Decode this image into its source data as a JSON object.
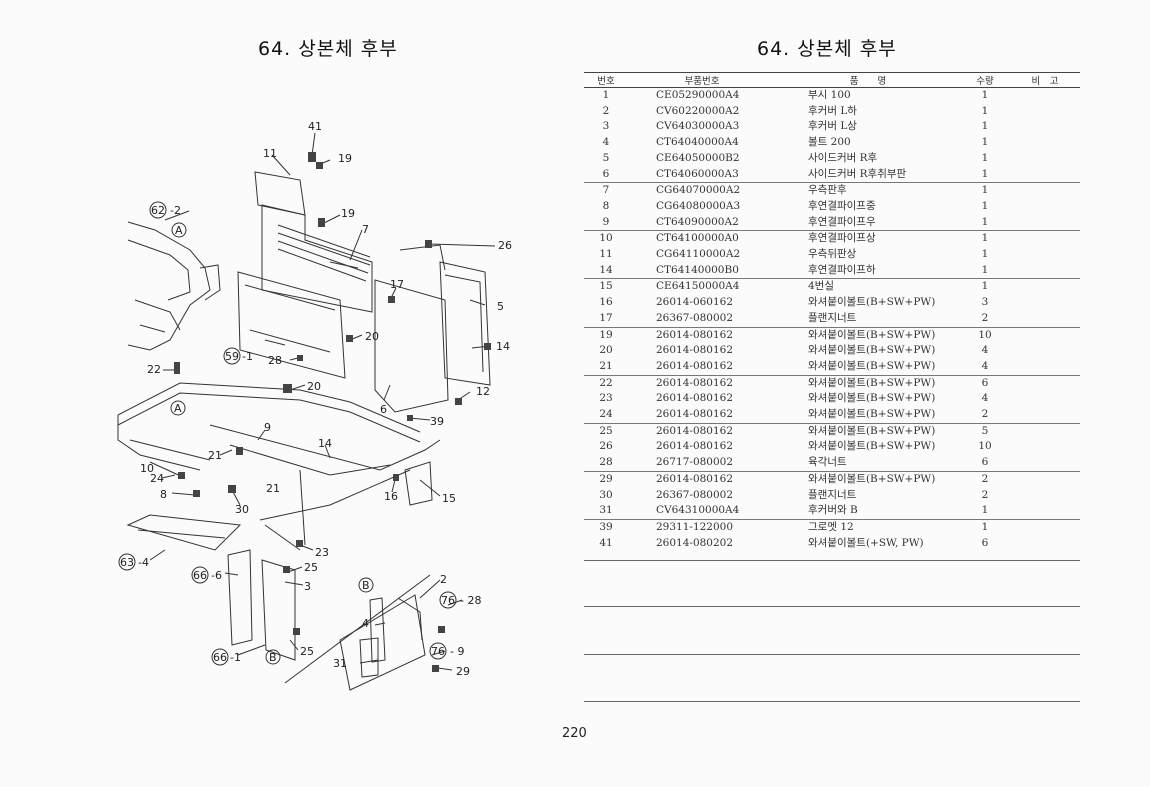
{
  "title": "64. 상본체 후부",
  "table": {
    "headers": {
      "no": "번호",
      "part_no": "부품번호",
      "name": "품　　명",
      "qty": "수량",
      "remarks": "비　고"
    },
    "rows": [
      {
        "no": "1",
        "part_no": "CE05290000A4",
        "name": "부시 100",
        "qty": "1"
      },
      {
        "no": "2",
        "part_no": "CV60220000A2",
        "name": "후커버 L하",
        "qty": "1"
      },
      {
        "no": "3",
        "part_no": "CV64030000A3",
        "name": "후커버 L상",
        "qty": "1"
      },
      {
        "no": "4",
        "part_no": "CT64040000A4",
        "name": "볼트 200",
        "qty": "1"
      },
      {
        "no": "5",
        "part_no": "CE64050000B2",
        "name": "사이드커버 R후",
        "qty": "1"
      },
      {
        "no": "6",
        "part_no": "CT64060000A3",
        "name": "사이드커버 R후취부판",
        "qty": "1"
      },
      {
        "no": "7",
        "part_no": "CG64070000A2",
        "name": "우측판후",
        "qty": "1"
      },
      {
        "no": "8",
        "part_no": "CG64080000A3",
        "name": "후연결파이프중",
        "qty": "1"
      },
      {
        "no": "9",
        "part_no": "CT64090000A2",
        "name": "후연결파이프우",
        "qty": "1"
      },
      {
        "no": "10",
        "part_no": "CT64100000A0",
        "name": "후연결파이프상",
        "qty": "1"
      },
      {
        "no": "11",
        "part_no": "CG64110000A2",
        "name": "우측뒤판상",
        "qty": "1"
      },
      {
        "no": "14",
        "part_no": "CT64140000B0",
        "name": "후연결파이프하",
        "qty": "1"
      },
      {
        "no": "15",
        "part_no": "CE64150000A4",
        "name": "4번실",
        "qty": "1"
      },
      {
        "no": "16",
        "part_no": "26014-060162",
        "name": "와셔붙이볼트(B+SW+PW)",
        "qty": "3"
      },
      {
        "no": "17",
        "part_no": "26367-080002",
        "name": "플랜지너트",
        "qty": "2"
      },
      {
        "no": "19",
        "part_no": "26014-080162",
        "name": "와셔붙이볼트(B+SW+PW)",
        "qty": "10"
      },
      {
        "no": "20",
        "part_no": "26014-080162",
        "name": "와셔붙이볼트(B+SW+PW)",
        "qty": "4"
      },
      {
        "no": "21",
        "part_no": "26014-080162",
        "name": "와셔붙이볼트(B+SW+PW)",
        "qty": "4"
      },
      {
        "no": "22",
        "part_no": "26014-080162",
        "name": "와셔붙이볼트(B+SW+PW)",
        "qty": "6"
      },
      {
        "no": "23",
        "part_no": "26014-080162",
        "name": "와셔붙이볼트(B+SW+PW)",
        "qty": "4"
      },
      {
        "no": "24",
        "part_no": "26014-080162",
        "name": "와셔붙이볼트(B+SW+PW)",
        "qty": "2"
      },
      {
        "no": "25",
        "part_no": "26014-080162",
        "name": "와셔붙이볼트(B+SW+PW)",
        "qty": "5"
      },
      {
        "no": "26",
        "part_no": "26014-080162",
        "name": "와셔붙이볼트(B+SW+PW)",
        "qty": "10"
      },
      {
        "no": "28",
        "part_no": "26717-080002",
        "name": "육각너트",
        "qty": "6"
      },
      {
        "no": "29",
        "part_no": "26014-080162",
        "name": "와셔붙이볼트(B+SW+PW)",
        "qty": "2"
      },
      {
        "no": "30",
        "part_no": "26367-080002",
        "name": "플랜지너트",
        "qty": "2"
      },
      {
        "no": "31",
        "part_no": "CV64310000A4",
        "name": "후커버와 B",
        "qty": "1"
      },
      {
        "no": "39",
        "part_no": "29311-122000",
        "name": "그로멧 12",
        "qty": "1"
      },
      {
        "no": "41",
        "part_no": "26014-080202",
        "name": "와셔붙이볼트(+SW, PW)",
        "qty": "6"
      }
    ],
    "group_start_rows": [
      6,
      9,
      12,
      15,
      18,
      21,
      24,
      27
    ]
  },
  "diagram_labels": {
    "l41": "41",
    "l11": "11",
    "l19a": "19",
    "l19b": "19",
    "l7": "7",
    "l26": "26",
    "l62": "62",
    "l62s": "-2",
    "lA1": "A",
    "lA2": "A",
    "l5": "5",
    "l17": "17",
    "l20a": "20",
    "l20b": "20",
    "l14a": "14",
    "l14b": "14",
    "l59": "59",
    "l59s": "-1",
    "l28": "28",
    "l22": "22",
    "l12": "12",
    "l6": "6",
    "l39": "39",
    "l9": "9",
    "l21a": "21",
    "l21b": "21",
    "l24": "24",
    "l10": "10",
    "l8": "8",
    "l30": "30",
    "l16": "16",
    "l15": "15",
    "l23": "23",
    "l63": "63",
    "l63s": "-4",
    "l66a": "66",
    "l66as": "-6",
    "l25a": "25",
    "l3": "3",
    "lB1": "B",
    "l2": "2",
    "l76a": "76",
    "l76as": "- 28",
    "l4": "4",
    "l66b": "66",
    "l66bs": "-1",
    "lB2": "B",
    "l25b": "25",
    "l76b": "76",
    "l76bs": "- 9",
    "l31": "31",
    "l29": "29"
  },
  "page_number": "220"
}
